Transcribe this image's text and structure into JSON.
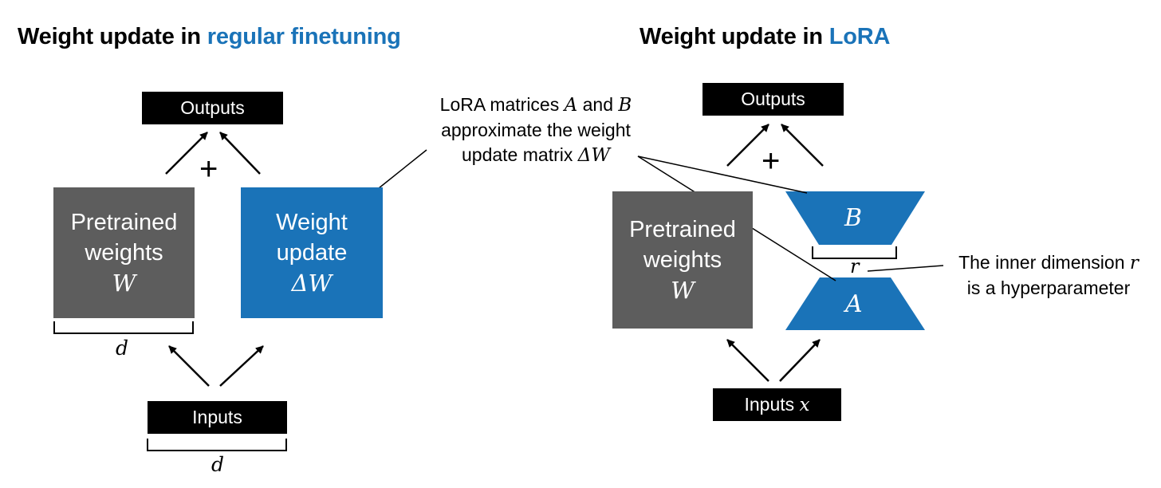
{
  "left_panel": {
    "title_prefix": "Weight update in ",
    "title_accent": "regular finetuning",
    "outputs_label": "Outputs",
    "plus": "+",
    "pretrained": {
      "line1": "Pretrained",
      "line2": "weights",
      "symbol": "W"
    },
    "update": {
      "line1": "Weight",
      "line2": "update",
      "symbol": "ΔW"
    },
    "dim_label_pretrained": "d",
    "inputs_label": "Inputs",
    "dim_label_inputs": "d"
  },
  "right_panel": {
    "title_prefix": "Weight update in ",
    "title_accent": "LoRA",
    "outputs_label": "Outputs",
    "plus": "+",
    "pretrained": {
      "line1": "Pretrained",
      "line2": "weights",
      "symbol": "W"
    },
    "matrix_b": "B",
    "matrix_a": "A",
    "rank_label": "r",
    "inputs_label": "Inputs",
    "inputs_symbol": "x"
  },
  "annotations": {
    "lora_matrices": {
      "line1_pre": "LoRA matrices ",
      "sym_a": "A",
      "line1_mid": " and ",
      "sym_b": "B",
      "line2": "approximate the weight",
      "line3_pre": "update matrix ",
      "sym_dw": "ΔW"
    },
    "inner_dim": {
      "line1_pre": "The inner dimension ",
      "sym_r": "r",
      "line2": "is a hyperparameter"
    }
  },
  "colors": {
    "accent": "#1a73b8",
    "pretrained_gray": "#5d5d5d",
    "label_black": "#000000"
  }
}
